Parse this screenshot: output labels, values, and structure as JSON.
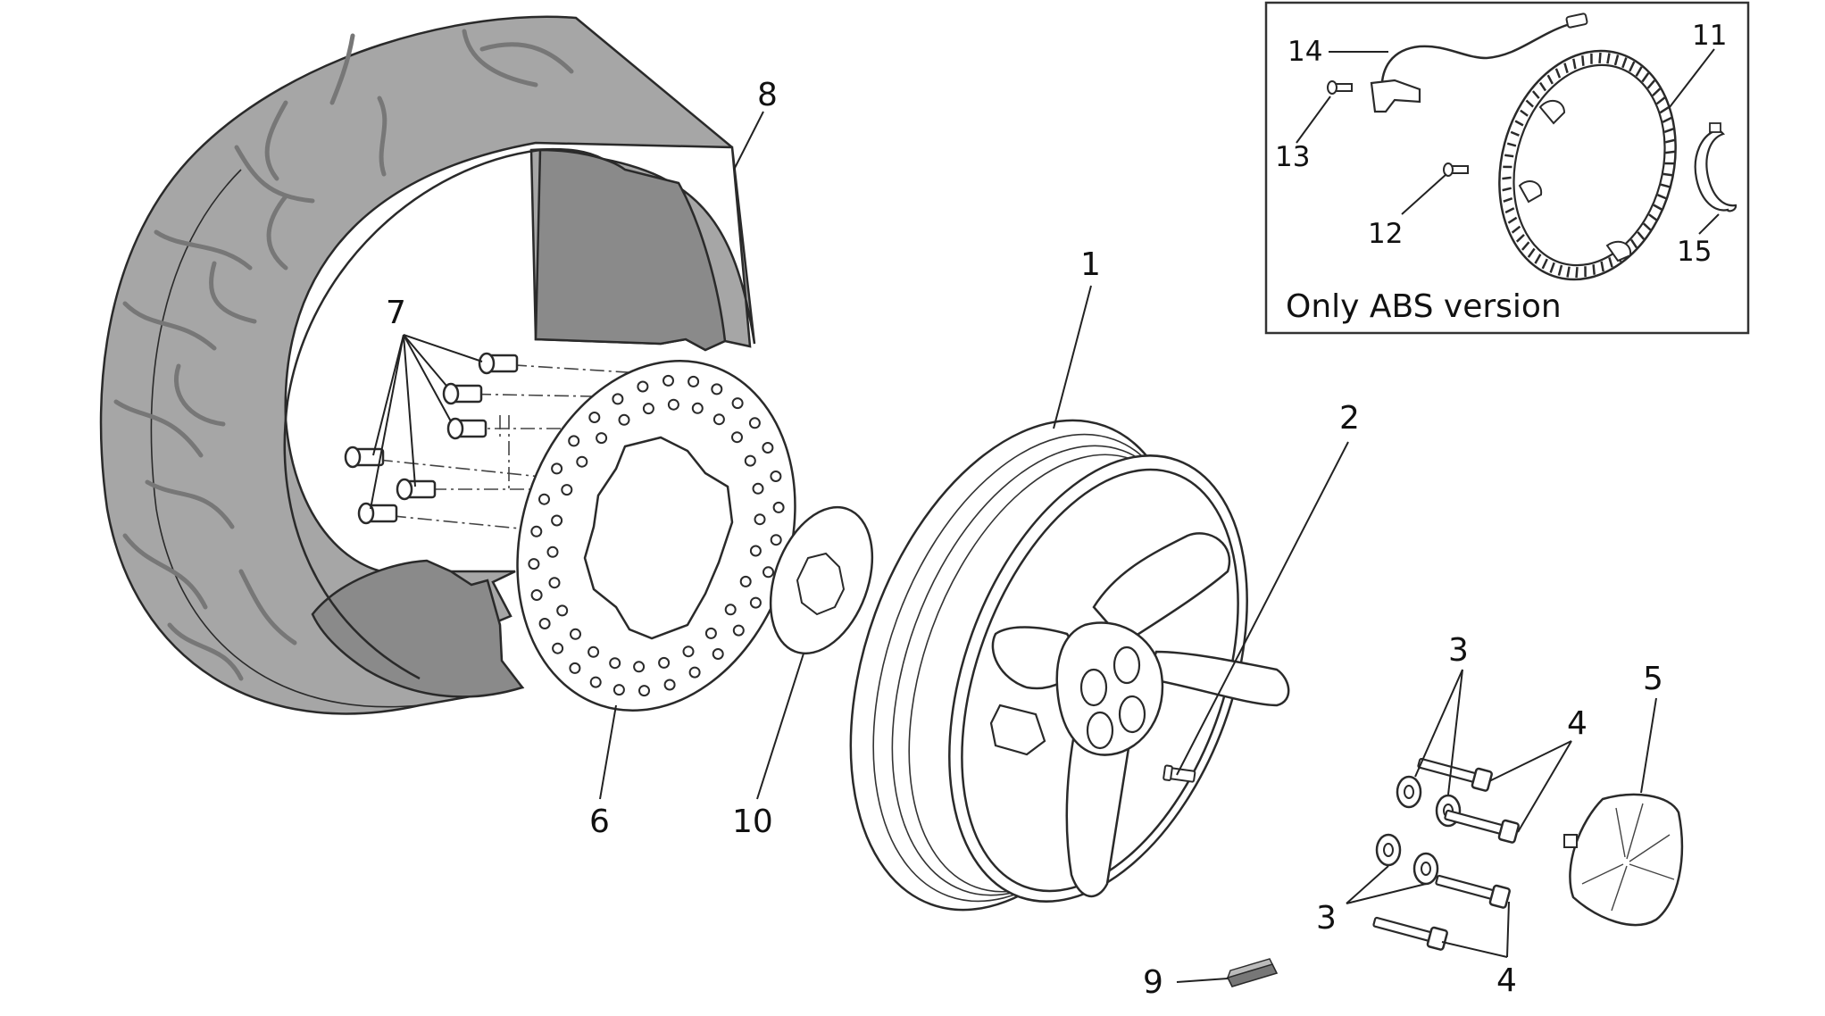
{
  "callouts": {
    "c1": "1",
    "c2": "2",
    "c3a": "3",
    "c3b": "3",
    "c4a": "4",
    "c4b": "4",
    "c5": "5",
    "c6": "6",
    "c7": "7",
    "c8": "8",
    "c9": "9",
    "c10": "10",
    "c11": "11",
    "c12": "12",
    "c13": "13",
    "c14": "14",
    "c15": "15"
  },
  "inset": {
    "caption": "Only ABS version"
  },
  "colors": {
    "tire": "#a6a6a6",
    "tire_inner": "#8a8a8a",
    "outline": "#2a2a2a",
    "background": "#ffffff"
  }
}
